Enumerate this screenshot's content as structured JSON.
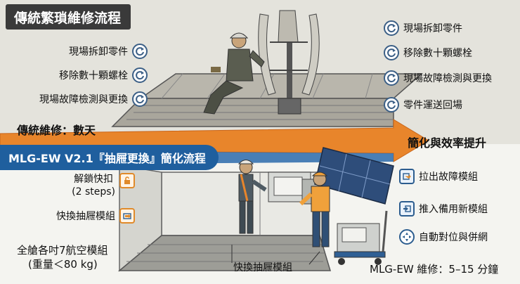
{
  "traditional": {
    "title": "傳統繁瑣維修流程",
    "left_steps": [
      "現場拆卸零件",
      "移除數十顆螺栓",
      "現場故障檢測與更換"
    ],
    "right_steps": [
      "現場拆卸零件",
      "移除數十顆螺栓",
      "現場故障檢測與更換",
      "零件運送回場"
    ],
    "duration": "傳統維修：數天"
  },
  "arrow_label": "簡化與效率提升",
  "modern": {
    "title": "MLG-EW V2.1『抽屜更換』簡化流程",
    "left_steps": [
      {
        "label": "解鎖快扣",
        "sub": "(2 steps)"
      },
      {
        "label": "快換抽屜模組",
        "sub": ""
      },
      {
        "label": "全艙各吋7航空模組",
        "sub": "(重量＜80 kg)"
      }
    ],
    "bottom_label": "快換抽屜模組",
    "right_steps": [
      "拉出故障模組",
      "推入備用新模組",
      "自動對位與併網"
    ],
    "duration": "MLG-EW 維修：5–15 分鐘"
  },
  "colors": {
    "arrow": "#e8852b",
    "blue": "#1f5f9e",
    "dark": "#3a3a3a"
  }
}
